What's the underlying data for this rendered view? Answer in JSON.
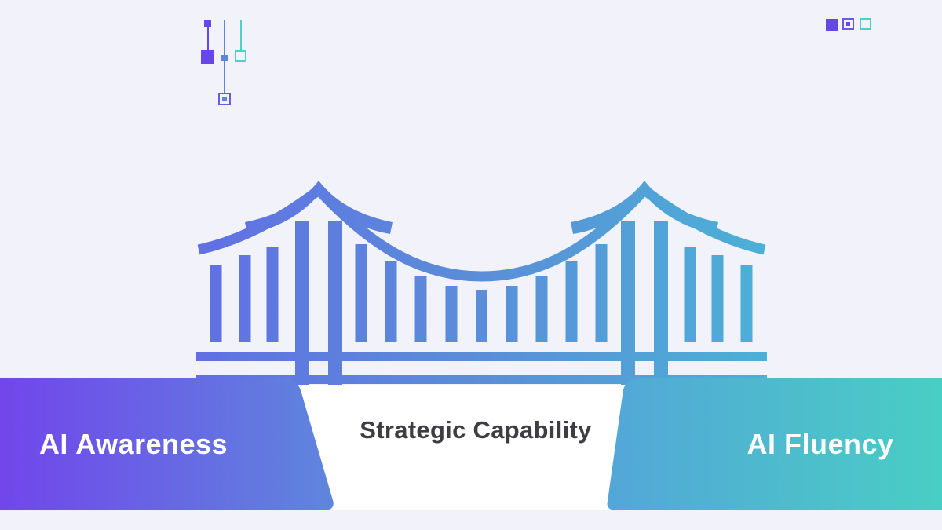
{
  "slide": {
    "background": "#F1F2FA"
  },
  "labels": {
    "left": "AI Awareness",
    "center": "Strategic Capability",
    "right": "AI Fluency"
  },
  "colors": {
    "band_left_gradient": [
      "#7146EB",
      "#5E87DD"
    ],
    "band_right_gradient": [
      "#53A6D8",
      "#49CEC4"
    ],
    "center_panel": "#FFFFFF",
    "center_text": "#3E3D44",
    "band_text": "#FFFFFF",
    "bridge_gradient": [
      "#6170E4",
      "#5A8ED8",
      "#4BB1D6"
    ],
    "ornament_purple": "#6847E8",
    "ornament_blue": "#5B85DE",
    "ornament_teal": "#4DD0CA"
  },
  "icons": {
    "bridge": "suspension-bridge"
  }
}
